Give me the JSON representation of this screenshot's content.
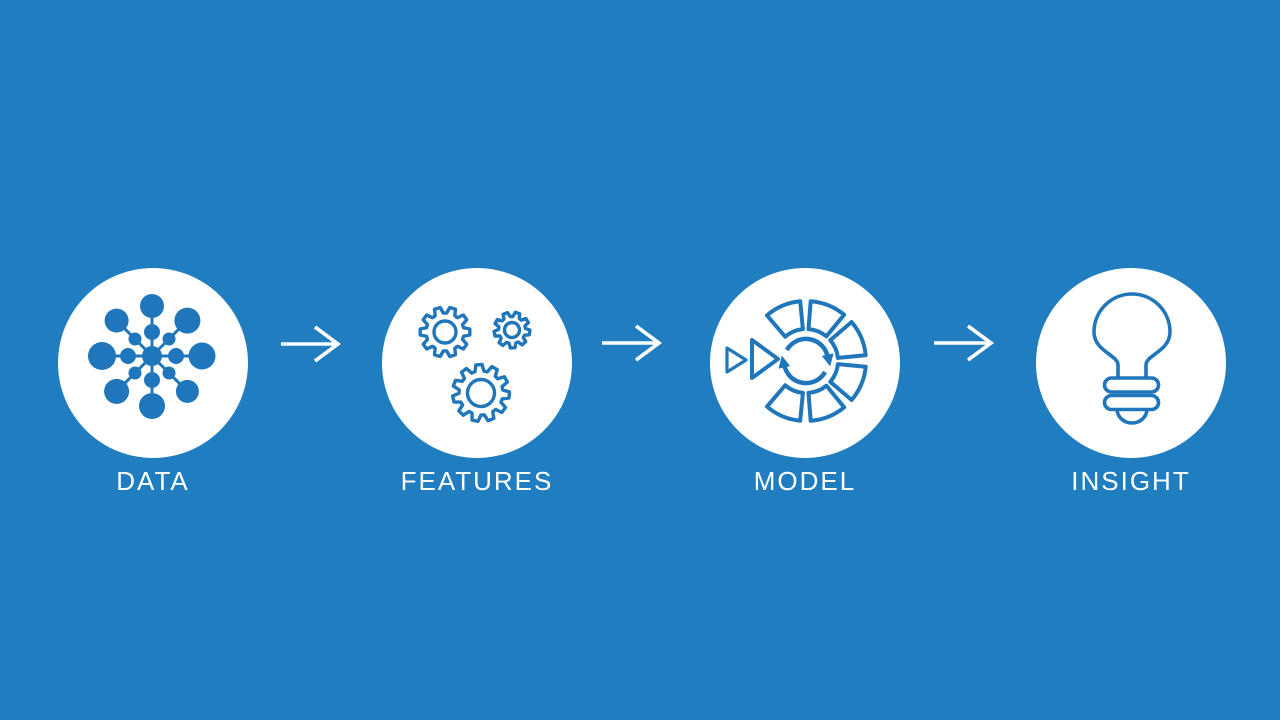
{
  "diagram": {
    "type": "process-flow",
    "colors": {
      "background": "#1f7dc0",
      "icon_blue": "#2076ba",
      "circle_fill": "#ffffff",
      "label_text": "#ffffff",
      "arrow": "#ffffff"
    },
    "steps": [
      {
        "label": "DATA",
        "icon": "data-network-icon"
      },
      {
        "label": "FEATURES",
        "icon": "gears-icon"
      },
      {
        "label": "MODEL",
        "icon": "model-iteration-icon"
      },
      {
        "label": "INSIGHT",
        "icon": "lightbulb-icon"
      }
    ],
    "connectors": {
      "glyph": "right-arrow",
      "count": 3
    }
  }
}
